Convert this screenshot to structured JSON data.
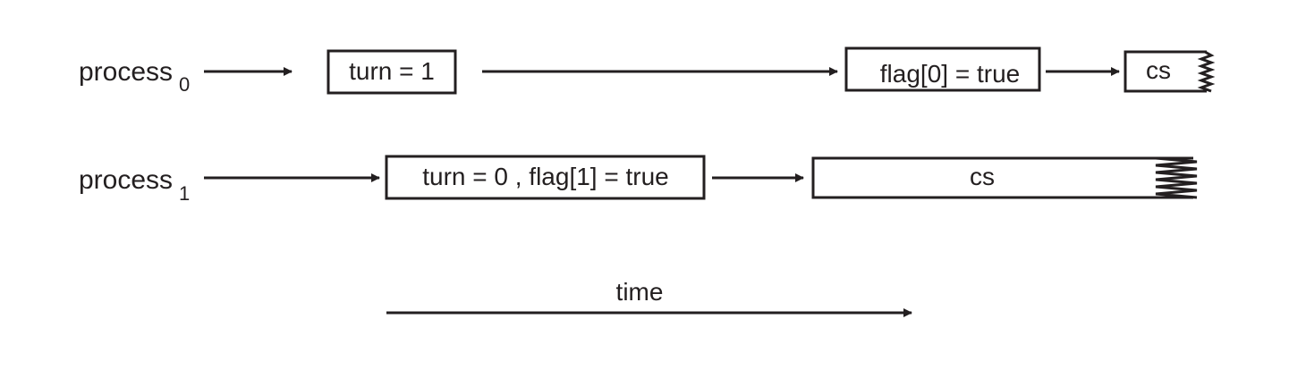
{
  "processes": [
    {
      "name": "process",
      "subscript": "0",
      "steps": [
        {
          "label": "turn = 1"
        },
        {
          "label": "flag[0] = true"
        },
        {
          "label": "cs"
        }
      ]
    },
    {
      "name": "process",
      "subscript": "1",
      "steps": [
        {
          "label": "turn = 0 , flag[1] = true"
        },
        {
          "label": "cs"
        }
      ]
    }
  ],
  "time_axis": {
    "label": "time"
  },
  "colors": {
    "ink": "#231f20",
    "background": "#ffffff"
  }
}
